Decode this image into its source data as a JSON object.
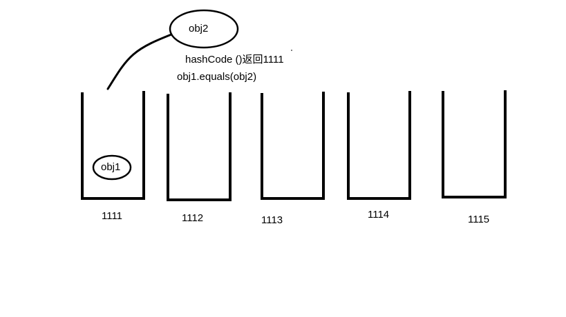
{
  "diagram": {
    "object_in_bucket": "obj1",
    "incoming_object": "obj2",
    "annotation_hash": "hashCode ()返回1111",
    "annotation_equals": "obj1.equals(obj2)",
    "buckets": [
      {
        "label": "1111",
        "contains": "obj1"
      },
      {
        "label": "1112",
        "contains": ""
      },
      {
        "label": "1113",
        "contains": ""
      },
      {
        "label": "1114",
        "contains": ""
      },
      {
        "label": "1115",
        "contains": ""
      }
    ]
  }
}
